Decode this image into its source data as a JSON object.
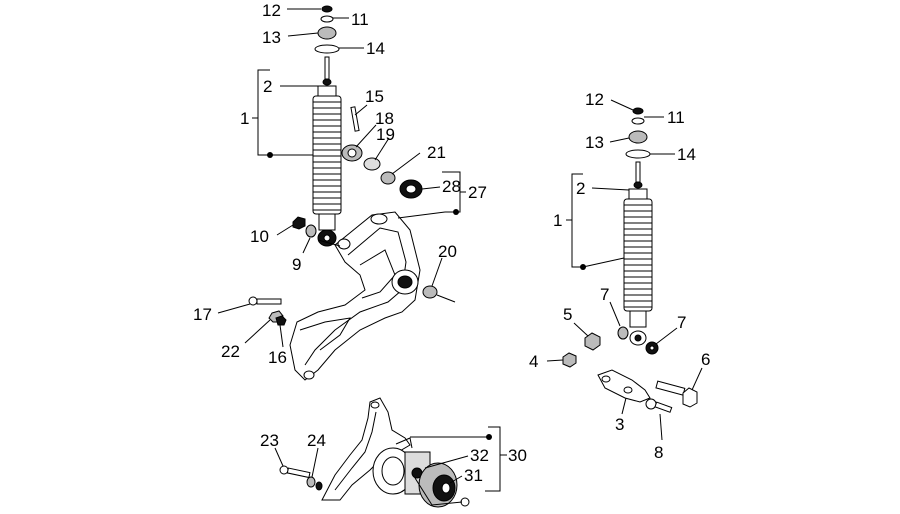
{
  "callouts": {
    "c1a": "1",
    "c2a": "2",
    "c9": "9",
    "c10": "10",
    "c11a": "11",
    "c12a": "12",
    "c13a": "13",
    "c14a": "14",
    "c15": "15",
    "c16": "16",
    "c17": "17",
    "c18": "18",
    "c19": "19",
    "c20": "20",
    "c21": "21",
    "c22": "22",
    "c23": "23",
    "c24": "24",
    "c27": "27",
    "c28": "28",
    "c30": "30",
    "c31": "31",
    "c32": "32",
    "c1b": "1",
    "c2b": "2",
    "c3": "3",
    "c4": "4",
    "c5": "5",
    "c6": "6",
    "c7a": "7",
    "c7b": "7",
    "c8": "8",
    "c11b": "11",
    "c12b": "12",
    "c13b": "13",
    "c14b": "14"
  }
}
